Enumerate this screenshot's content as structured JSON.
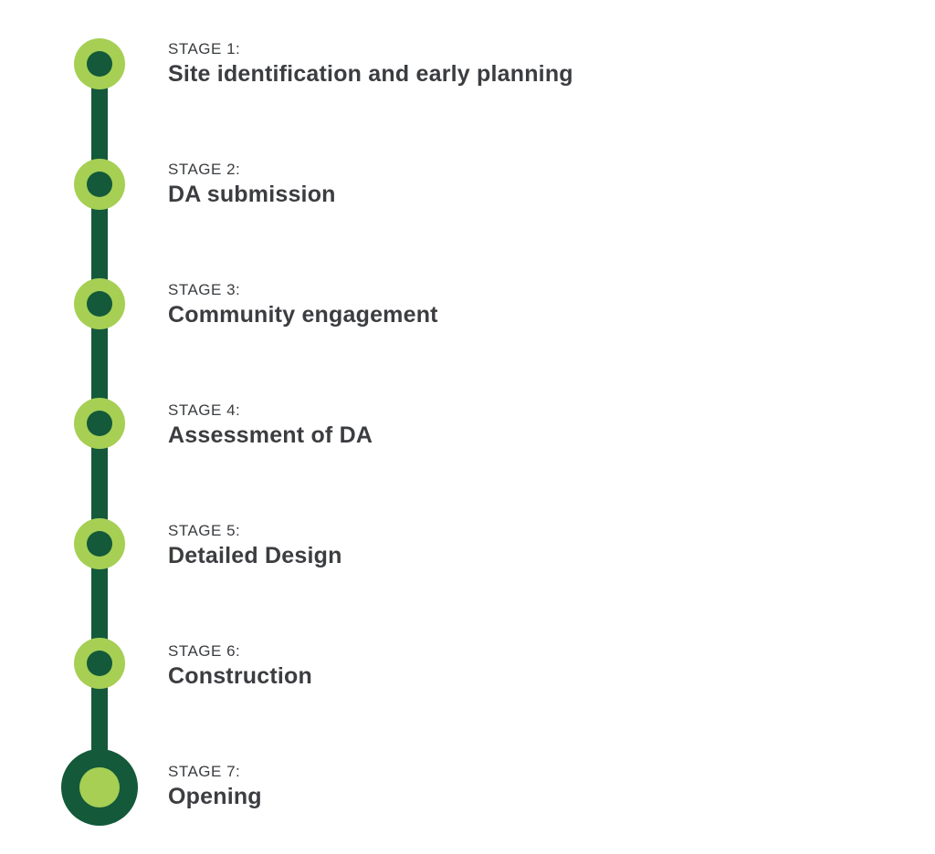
{
  "colors": {
    "line": "#13593a",
    "marker_outer": "#a6cf54",
    "marker_inner": "#13593a",
    "text": "#3b3d40"
  },
  "stages": [
    {
      "kicker": "STAGE 1:",
      "title": "Site identification and early planning"
    },
    {
      "kicker": "STAGE 2:",
      "title": "DA submission"
    },
    {
      "kicker": "STAGE 3:",
      "title": "Community engagement"
    },
    {
      "kicker": "STAGE 4:",
      "title": "Assessment of DA"
    },
    {
      "kicker": "STAGE 5:",
      "title": "Detailed Design"
    },
    {
      "kicker": "STAGE 6:",
      "title": "Construction"
    },
    {
      "kicker": "STAGE 7:",
      "title": "Opening"
    }
  ]
}
